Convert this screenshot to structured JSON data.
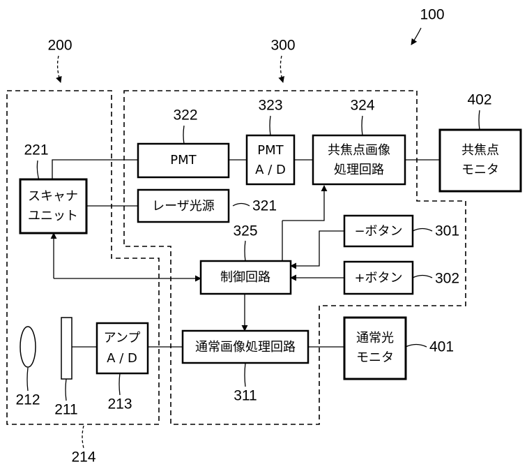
{
  "refs": {
    "r100": "100",
    "r200": "200",
    "r300": "300",
    "r322": "322",
    "r323": "323",
    "r324": "324",
    "r402": "402",
    "r221": "221",
    "r321": "321",
    "r325": "325",
    "r301": "301",
    "r302": "302",
    "r401": "401",
    "r212": "212",
    "r211": "211",
    "r213": "213",
    "r311": "311",
    "r214": "214"
  },
  "blocks": {
    "pmt": "PMT",
    "pmt_ad_1": "PMT",
    "pmt_ad_2": "A / D",
    "confocal_proc_1": "共焦点画像",
    "confocal_proc_2": "処理回路",
    "confocal_monitor_1": "共焦点",
    "confocal_monitor_2": "モニタ",
    "scanner_1": "スキャナ",
    "scanner_2": "ユニット",
    "laser": "レーザ光源",
    "minus_button": "−ボタン",
    "plus_button": "+ボタン",
    "control": "制御回路",
    "amp_ad_1": "アンプ",
    "amp_ad_2": "A / D",
    "normal_proc": "通常画像処理回路",
    "normal_monitor_1": "通常光",
    "normal_monitor_2": "モニタ"
  }
}
